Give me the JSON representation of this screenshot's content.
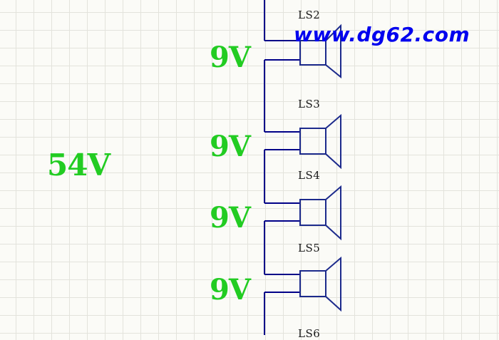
{
  "watermark": "www.dg62.com",
  "total_voltage": "54V",
  "speakers": [
    {
      "label": "LS2",
      "voltage": "9V"
    },
    {
      "label": "LS3",
      "voltage": "9V"
    },
    {
      "label": "LS4",
      "voltage": "9V"
    },
    {
      "label": "LS5",
      "voltage": "9V"
    },
    {
      "label": "LS6"
    }
  ],
  "colors": {
    "wire": "#000088",
    "voltage_text": "#22cc22",
    "watermark": "#0000ee"
  }
}
